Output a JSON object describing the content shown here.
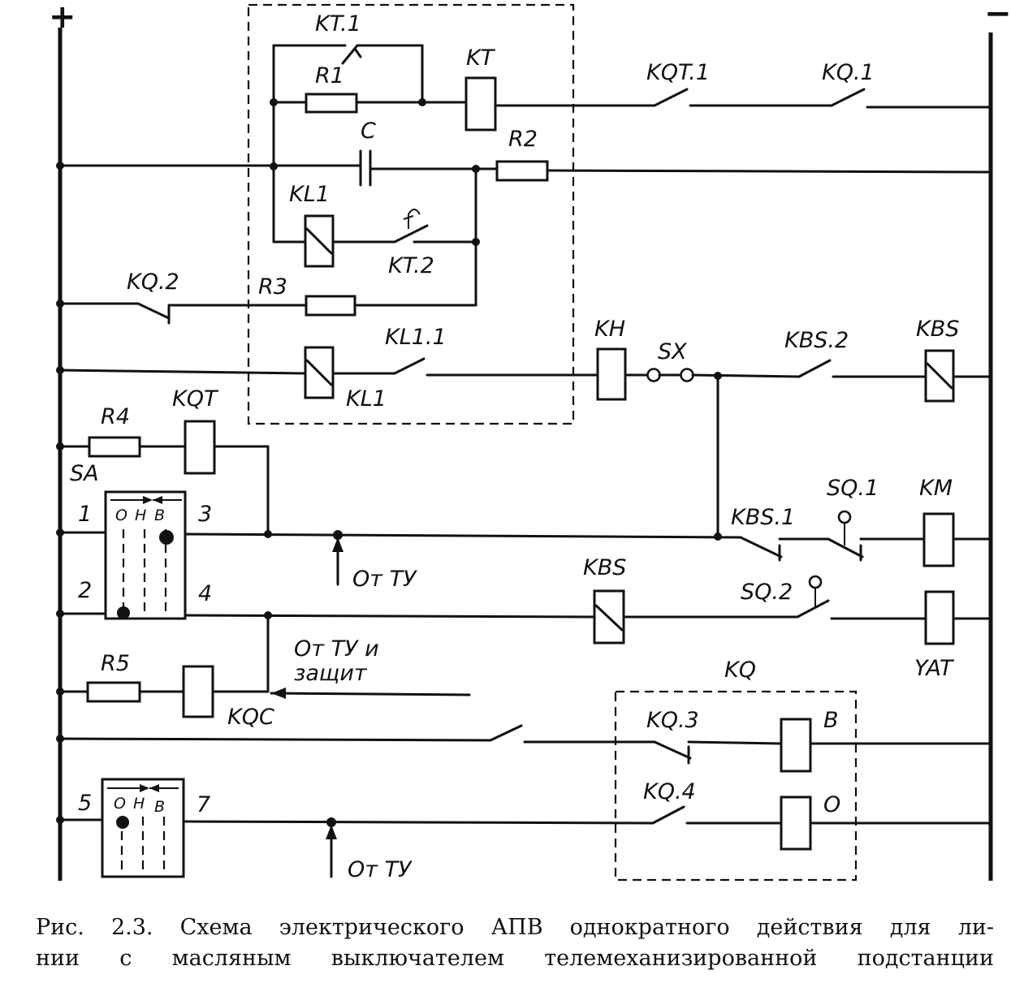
{
  "labels": {
    "plus": "+",
    "minus": "−",
    "kt1": "KT.1",
    "kt": "KT",
    "r1": "R1",
    "kqt1": "KQT.1",
    "kq1": "KQ.1",
    "c": "C",
    "r2": "R2",
    "kl1_top": "KL1",
    "kt2": "KT.2",
    "kq2": "KQ.2",
    "r3": "R3",
    "kl11": "KL1.1",
    "kl1_bottom": "KL1",
    "kh": "KH",
    "sx": "SX",
    "kbs2": "KBS.2",
    "kbs_top": "KBS",
    "r4": "R4",
    "kqt": "KQT",
    "sa": "SA",
    "sw_o": "О",
    "sw_n": "Н",
    "sw_v": "В",
    "term1": "1",
    "term2": "2",
    "term3": "3",
    "term4": "4",
    "term5": "5",
    "term7": "7",
    "ot_tu_1": "От ТУ",
    "kbs1": "KBS.1",
    "sq1": "SQ.1",
    "km": "KM",
    "kbs_mid": "KBS",
    "sq2": "SQ.2",
    "yat": "YAT",
    "ot_tu_i": "От ТУ и",
    "zashchit": "защит",
    "r5": "R5",
    "kqc": "KQC",
    "kq": "KQ",
    "kq3": "KQ.3",
    "coil_b": "В",
    "kq4": "KQ.4",
    "coil_o": "О",
    "ot_tu_2": "От ТУ"
  },
  "caption": {
    "line1": "Рис. 2.3. Схема электрического АПВ однократного действия для ли-",
    "line2": "нии с масляным выключателем телемеханизированной подстанции"
  }
}
